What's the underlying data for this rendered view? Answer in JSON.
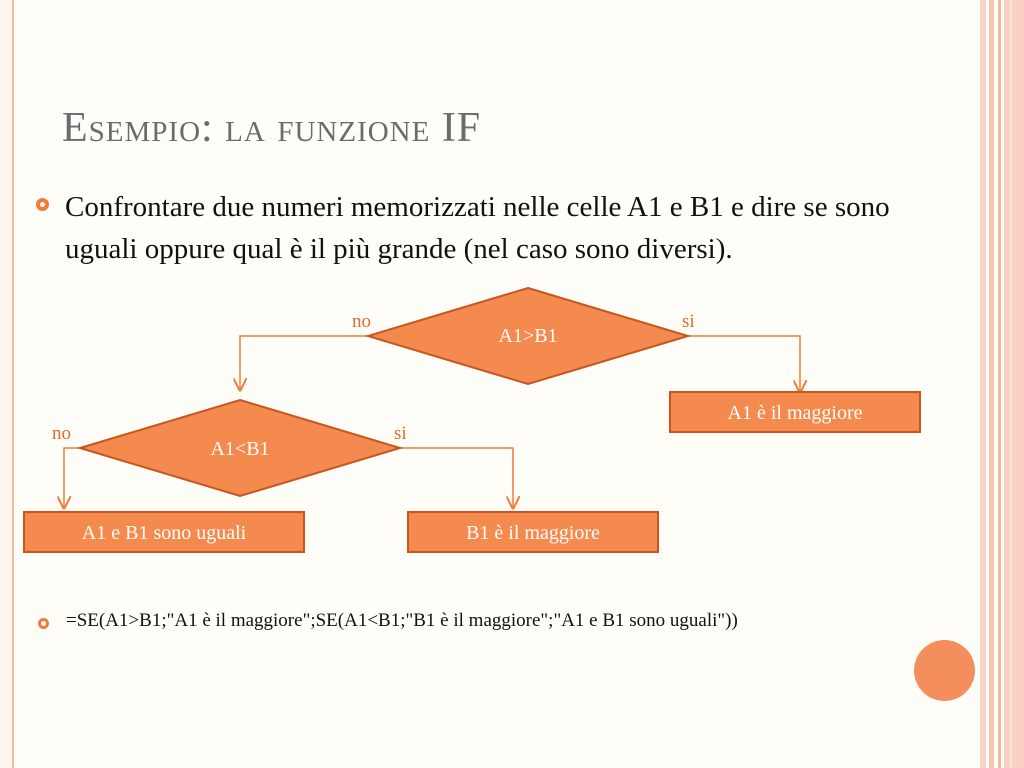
{
  "slide": {
    "title": "Esempio: la funzione IF",
    "bullets": [
      {
        "text": "Confrontare due numeri memorizzati nelle celle A1 e B1 e dire se sono uguali oppure qual è il più grande (nel caso sono diversi)."
      },
      {
        "text": "=SE(A1>B1;\"A1 è il maggiore\";SE(A1<B1;\"B1 è il maggiore\";\"A1 e B1 sono uguali\"))"
      }
    ]
  },
  "flowchart": {
    "decision1": {
      "label": "A1>B1",
      "no_label": "no",
      "yes_label": "si"
    },
    "decision2": {
      "label": "A1<B1",
      "no_label": "no",
      "yes_label": "si"
    },
    "box_a1_greater": "A1 è il maggiore",
    "box_equal": "A1 e B1 sono uguali",
    "box_b1_greater": "B1 è il maggiore"
  },
  "colors": {
    "accent": "#f58a4e",
    "accent_border": "#c8561f",
    "connector": "#f07b3a",
    "title_gray": "#6b6b6b",
    "frame_peach": "#f3b9a3"
  }
}
